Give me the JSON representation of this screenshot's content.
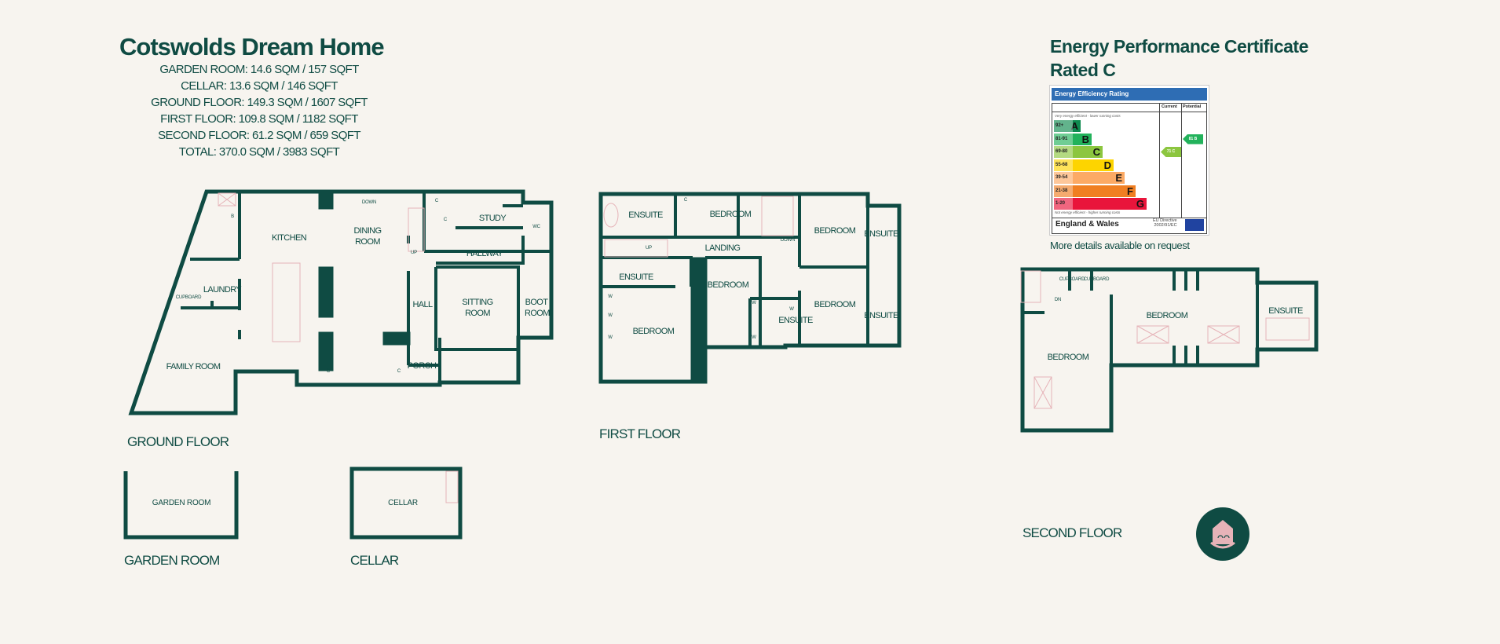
{
  "title": "Cotswolds Dream Home",
  "areas": [
    "GARDEN ROOM: 14.6 SQM / 157 SQFT",
    "CELLAR: 13.6 SQM / 146 SQFT",
    "GROUND FLOOR: 149.3 SQM / 1607 SQFT",
    "FIRST FLOOR: 109.8 SQM / 1182 SQFT",
    "SECOND FLOOR: 61.2 SQM / 659 SQFT",
    "TOTAL: 370.0 SQM / 3983 SQFT"
  ],
  "floors": {
    "ground": "GROUND FLOOR",
    "first": "FIRST FLOOR",
    "second": "SECOND FLOOR",
    "garden": "GARDEN ROOM",
    "cellar": "CELLAR"
  },
  "ground_rooms": {
    "kitchen": "KITCHEN",
    "dining": "DINING ROOM",
    "study": "STUDY",
    "hallway": "HALLWAY",
    "sitting": "SITTING ROOM",
    "boot": "BOOT ROOM",
    "hall": "HALL",
    "laundry": "LAUNDRY",
    "cupboard": "CUPBOARD",
    "family": "FAMILY ROOM",
    "porch": "PORCH",
    "wc": "WC",
    "down": "DOWN",
    "up": "UP",
    "b": "B",
    "c": "C"
  },
  "first_rooms": {
    "ensuite": "ENSUITE",
    "bedroom": "BEDROOM",
    "landing": "LANDING",
    "up": "UP",
    "down": "DOWN",
    "w": "W",
    "c": "C"
  },
  "second_rooms": {
    "bedroom": "BEDROOM",
    "ensuite": "ENSUITE",
    "cupboard": "CUPBOARD",
    "dn": "DN"
  },
  "garden_room_label": "GARDEN ROOM",
  "cellar_label": "CELLAR",
  "epc": {
    "heading1": "Energy Performance Certificate",
    "heading2": "Rated C",
    "chart_title": "Energy Efficiency Rating",
    "current_label": "Current",
    "potential_label": "Potential",
    "top_note": "Very energy efficient - lower running costs",
    "bottom_note": "Not energy efficient - higher running costs",
    "bands": [
      {
        "range": "92+",
        "letter": "A",
        "color": "#0e8a4f"
      },
      {
        "range": "81-91",
        "letter": "B",
        "color": "#22b25b"
      },
      {
        "range": "69-80",
        "letter": "C",
        "color": "#8cc63f"
      },
      {
        "range": "55-68",
        "letter": "D",
        "color": "#fdd400"
      },
      {
        "range": "39-54",
        "letter": "E",
        "color": "#fcaa65"
      },
      {
        "range": "21-38",
        "letter": "F",
        "color": "#f07f22"
      },
      {
        "range": "1-20",
        "letter": "G",
        "color": "#e9153b"
      }
    ],
    "current": "71 C",
    "current_value": 71,
    "potential": "81 B",
    "potential_value": 81,
    "region": "England & Wales",
    "directive": "EU Directive",
    "directive_code": "2002/91/EC",
    "more": "More details available on request"
  },
  "colors": {
    "wall": "#0f4b43",
    "fixture": "#e6b3b8",
    "background": "#f7f4ef"
  }
}
